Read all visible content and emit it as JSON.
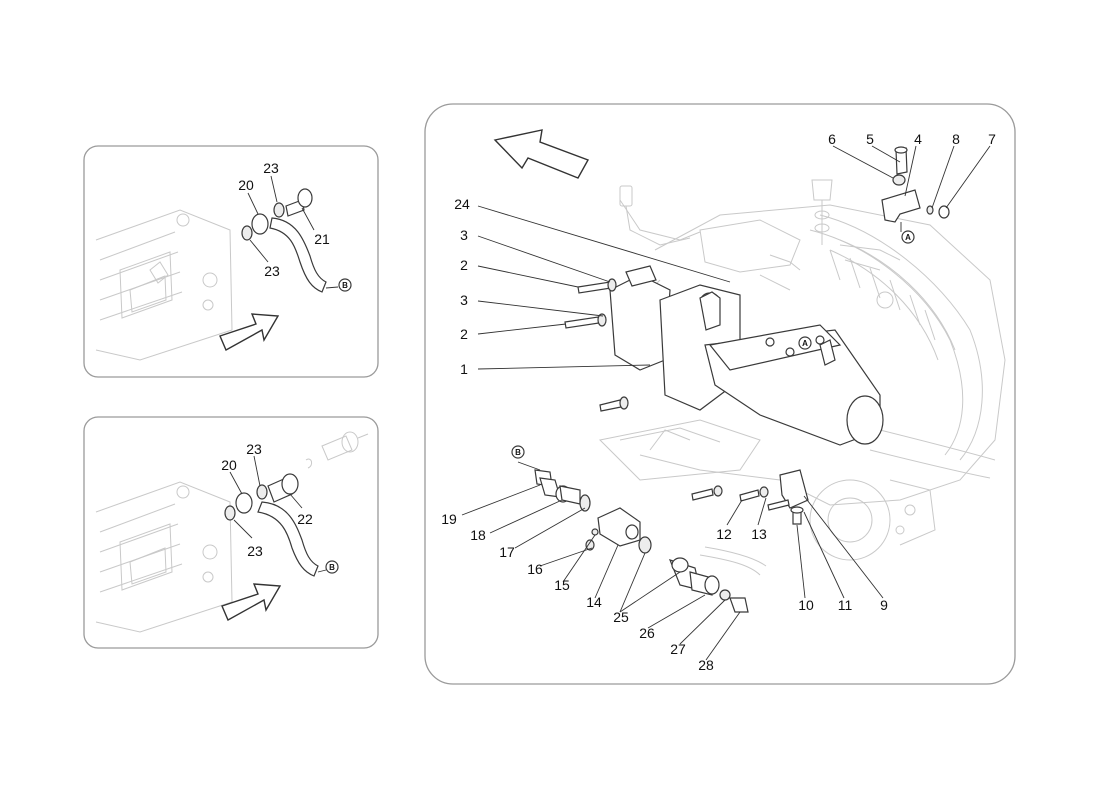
{
  "panels": {
    "top_left": {
      "callouts": [
        "23",
        "20",
        "21",
        "23"
      ],
      "marker": "B"
    },
    "bottom_left": {
      "callouts": [
        "23",
        "20",
        "22",
        "23"
      ],
      "marker": "B"
    },
    "main": {
      "callouts": [
        "6",
        "5",
        "4",
        "8",
        "7",
        "24",
        "3",
        "2",
        "3",
        "2",
        "1",
        "19",
        "18",
        "17",
        "16",
        "15",
        "14",
        "25",
        "26",
        "27",
        "28",
        "12",
        "13",
        "10",
        "11",
        "9"
      ],
      "markers": [
        "A",
        "A",
        "B"
      ]
    }
  }
}
